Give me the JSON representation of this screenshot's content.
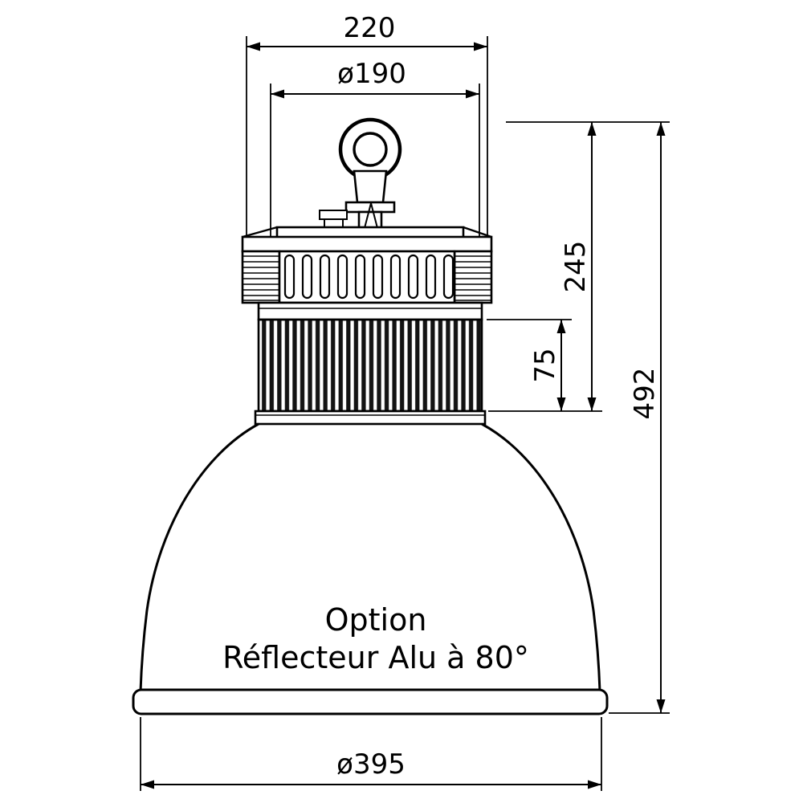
{
  "drawing": {
    "type": "technical-dimension-drawing",
    "subject": "industrial high-bay luminaire with aluminium reflector",
    "dimensions": {
      "top_width": "220",
      "hook_circle_diameter": "ø190",
      "upper_body_height": "245",
      "heatsink_height": "75",
      "total_height": "492",
      "reflector_diameter": "ø395"
    },
    "annotation": {
      "line1": "Option",
      "line2": "Réflecteur Alu à 80°"
    },
    "colors": {
      "line": "#000000",
      "background": "#ffffff",
      "fin": "#131313"
    }
  }
}
